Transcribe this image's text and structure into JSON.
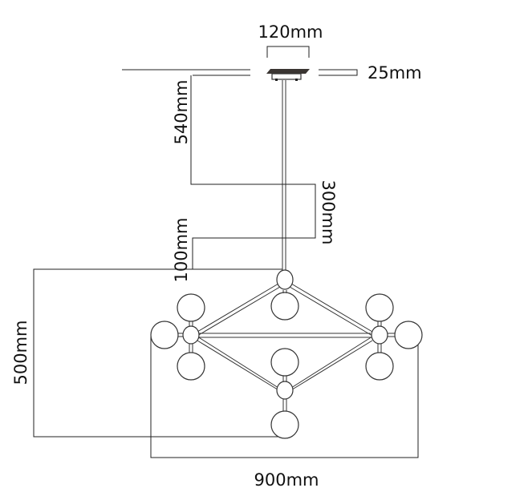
{
  "title": "Chandelier dimension drawing",
  "dimensions": {
    "canopy_width": "120mm",
    "canopy_height": "25mm",
    "rod_length": "540mm",
    "adjustable": "300mm",
    "hub_drop": "100mm",
    "body_height": "500mm",
    "body_width": "900mm"
  },
  "colors": {
    "line": "#222222",
    "canopy": "#3a3532"
  }
}
